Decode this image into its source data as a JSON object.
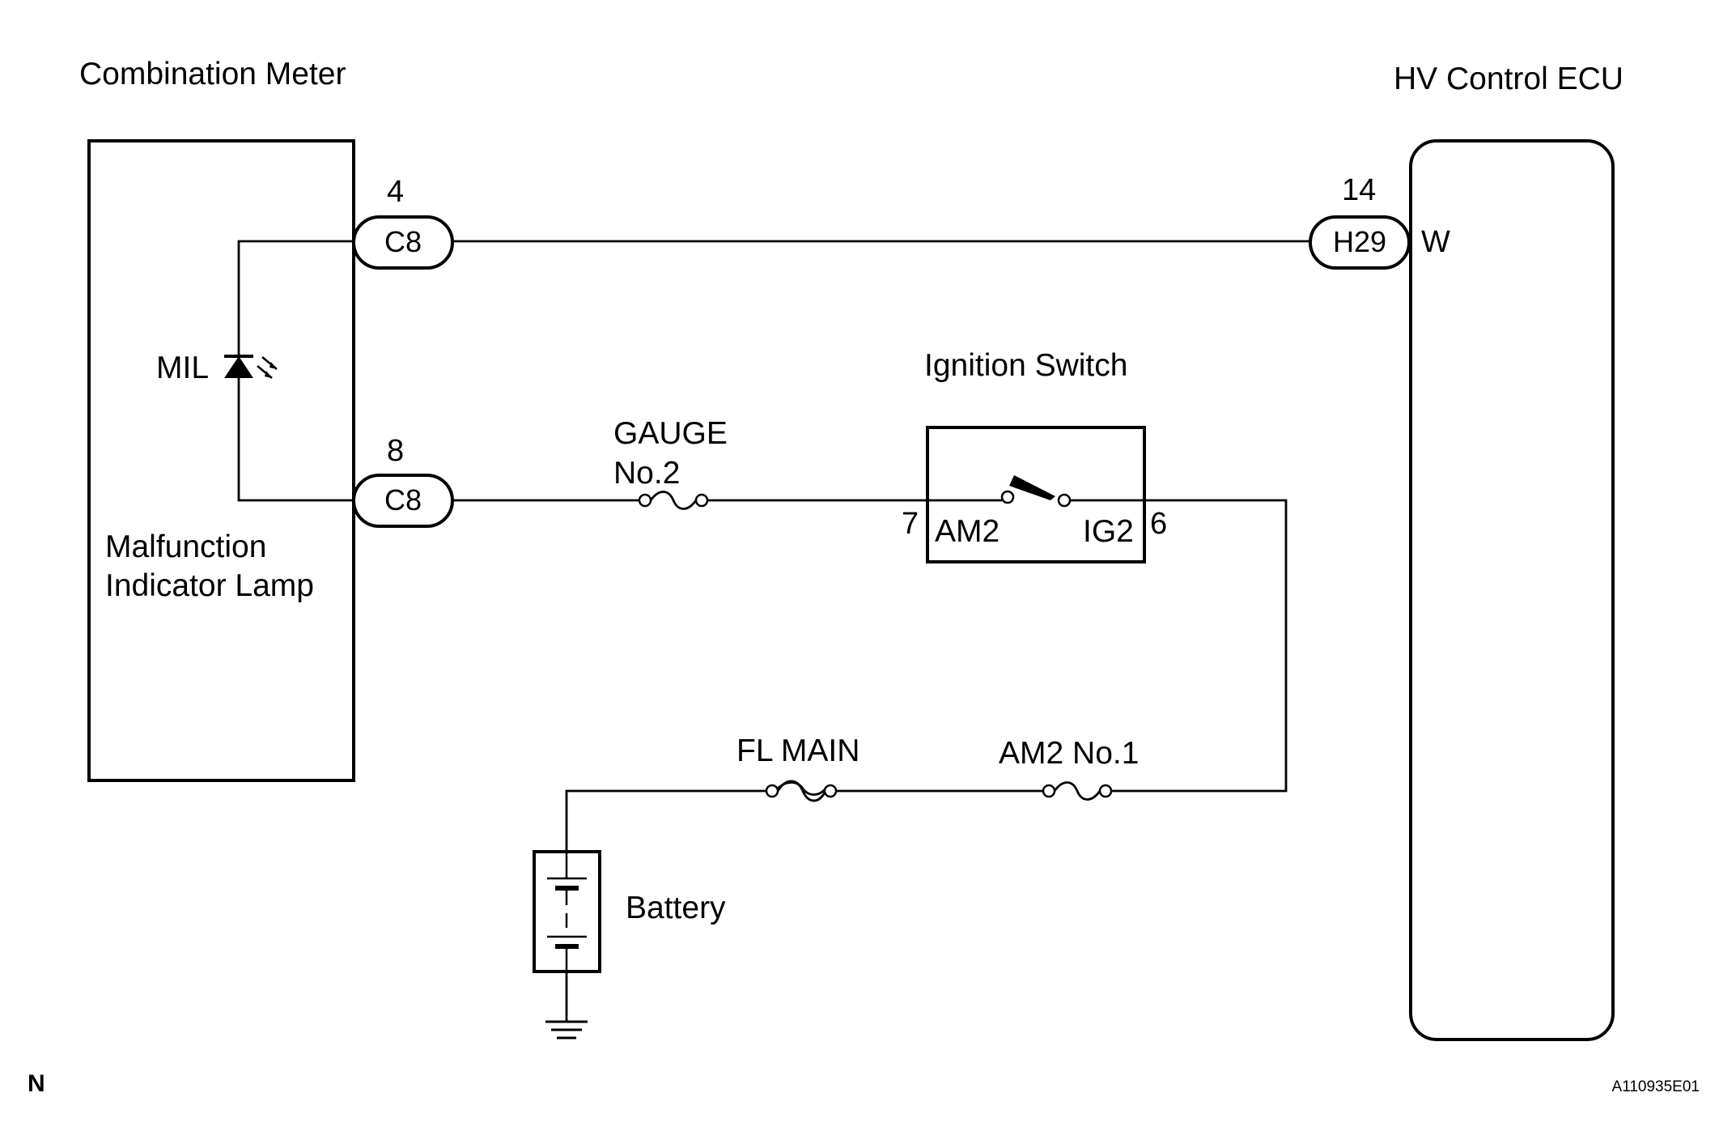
{
  "components": {
    "combination_meter": {
      "title": "Combination Meter",
      "inner_label_line1": "Malfunction",
      "inner_label_line2": "Indicator Lamp",
      "lamp_label": "MIL"
    },
    "hv_ecu": {
      "title": "HV Control ECU",
      "terminal_label": "W"
    },
    "ignition_switch": {
      "title": "Ignition Switch",
      "left_terminal": "AM2",
      "right_terminal": "IG2",
      "left_pin": "7",
      "right_pin": "6"
    },
    "battery": {
      "label": "Battery"
    }
  },
  "connectors": [
    {
      "name": "C8",
      "pin": "4"
    },
    {
      "name": "C8",
      "pin": "8"
    },
    {
      "name": "H29",
      "pin": "14"
    }
  ],
  "fuses": {
    "gauge": {
      "line1": "GAUGE",
      "line2": "No.2"
    },
    "fl_main": {
      "label": "FL MAIN"
    },
    "am2": {
      "label": "AM2 No.1"
    }
  },
  "footer": {
    "corner_letter": "N",
    "figure_code": "A110935E01"
  }
}
